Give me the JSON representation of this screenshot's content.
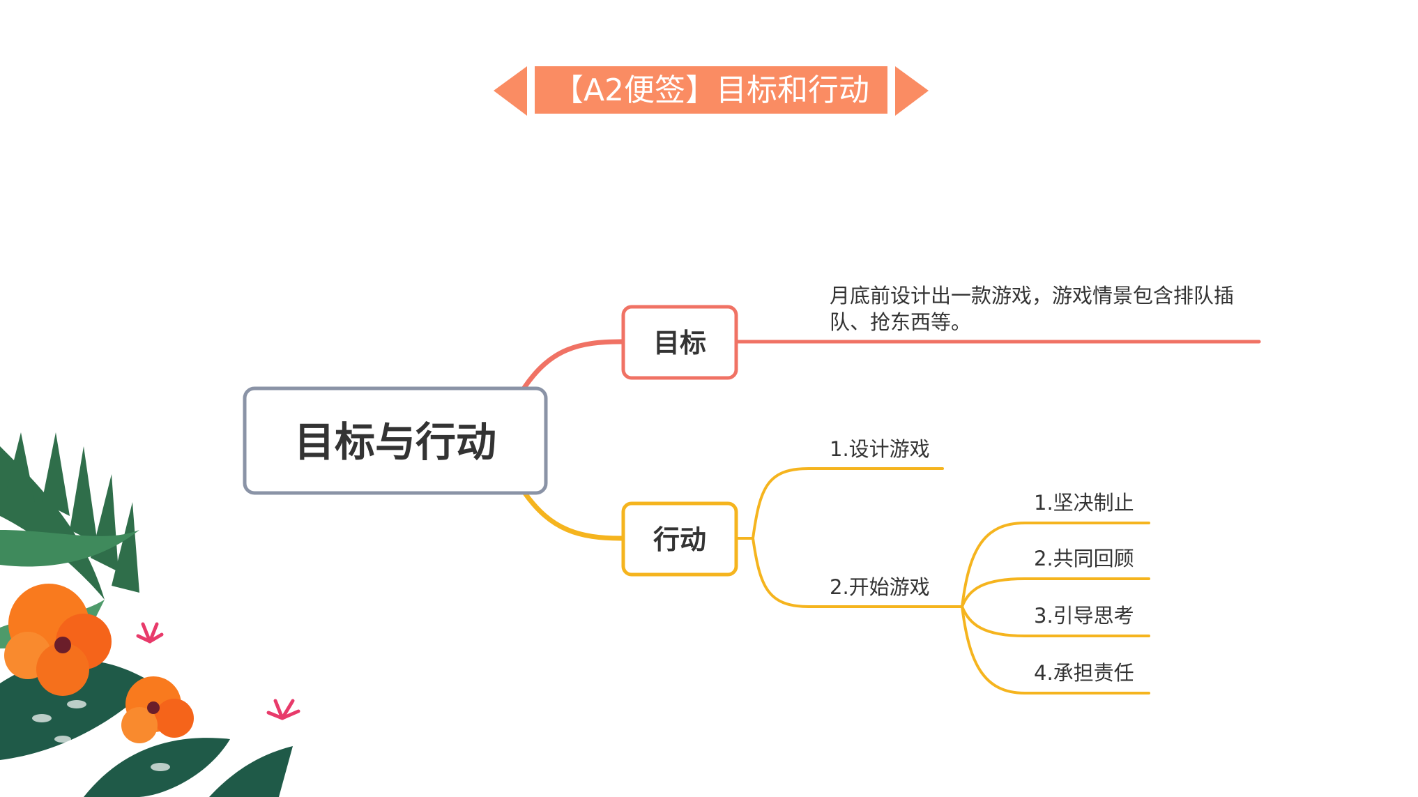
{
  "banner": {
    "title": "【A2便签】目标和行动",
    "color": "#FA8C63"
  },
  "root": {
    "label": "目标与行动",
    "border_color": "#8A93A6"
  },
  "branches": {
    "goal": {
      "label": "目标",
      "color": "#F07264",
      "detail_line1": "月底前设计出一款游戏，游戏情景包含排队插",
      "detail_line2": "队、抢东西等。"
    },
    "action": {
      "label": "行动",
      "color": "#F5B41E",
      "children": [
        {
          "label": "1.设计游戏"
        },
        {
          "label": "2.开始游戏",
          "children": [
            {
              "label": "1.坚决制止"
            },
            {
              "label": "2.共同回顾"
            },
            {
              "label": "3.引导思考"
            },
            {
              "label": "4.承担责任"
            }
          ]
        }
      ]
    }
  },
  "decoration": {
    "description_icons": [
      "palm-leaf-icon",
      "hibiscus-flower-icon"
    ]
  }
}
